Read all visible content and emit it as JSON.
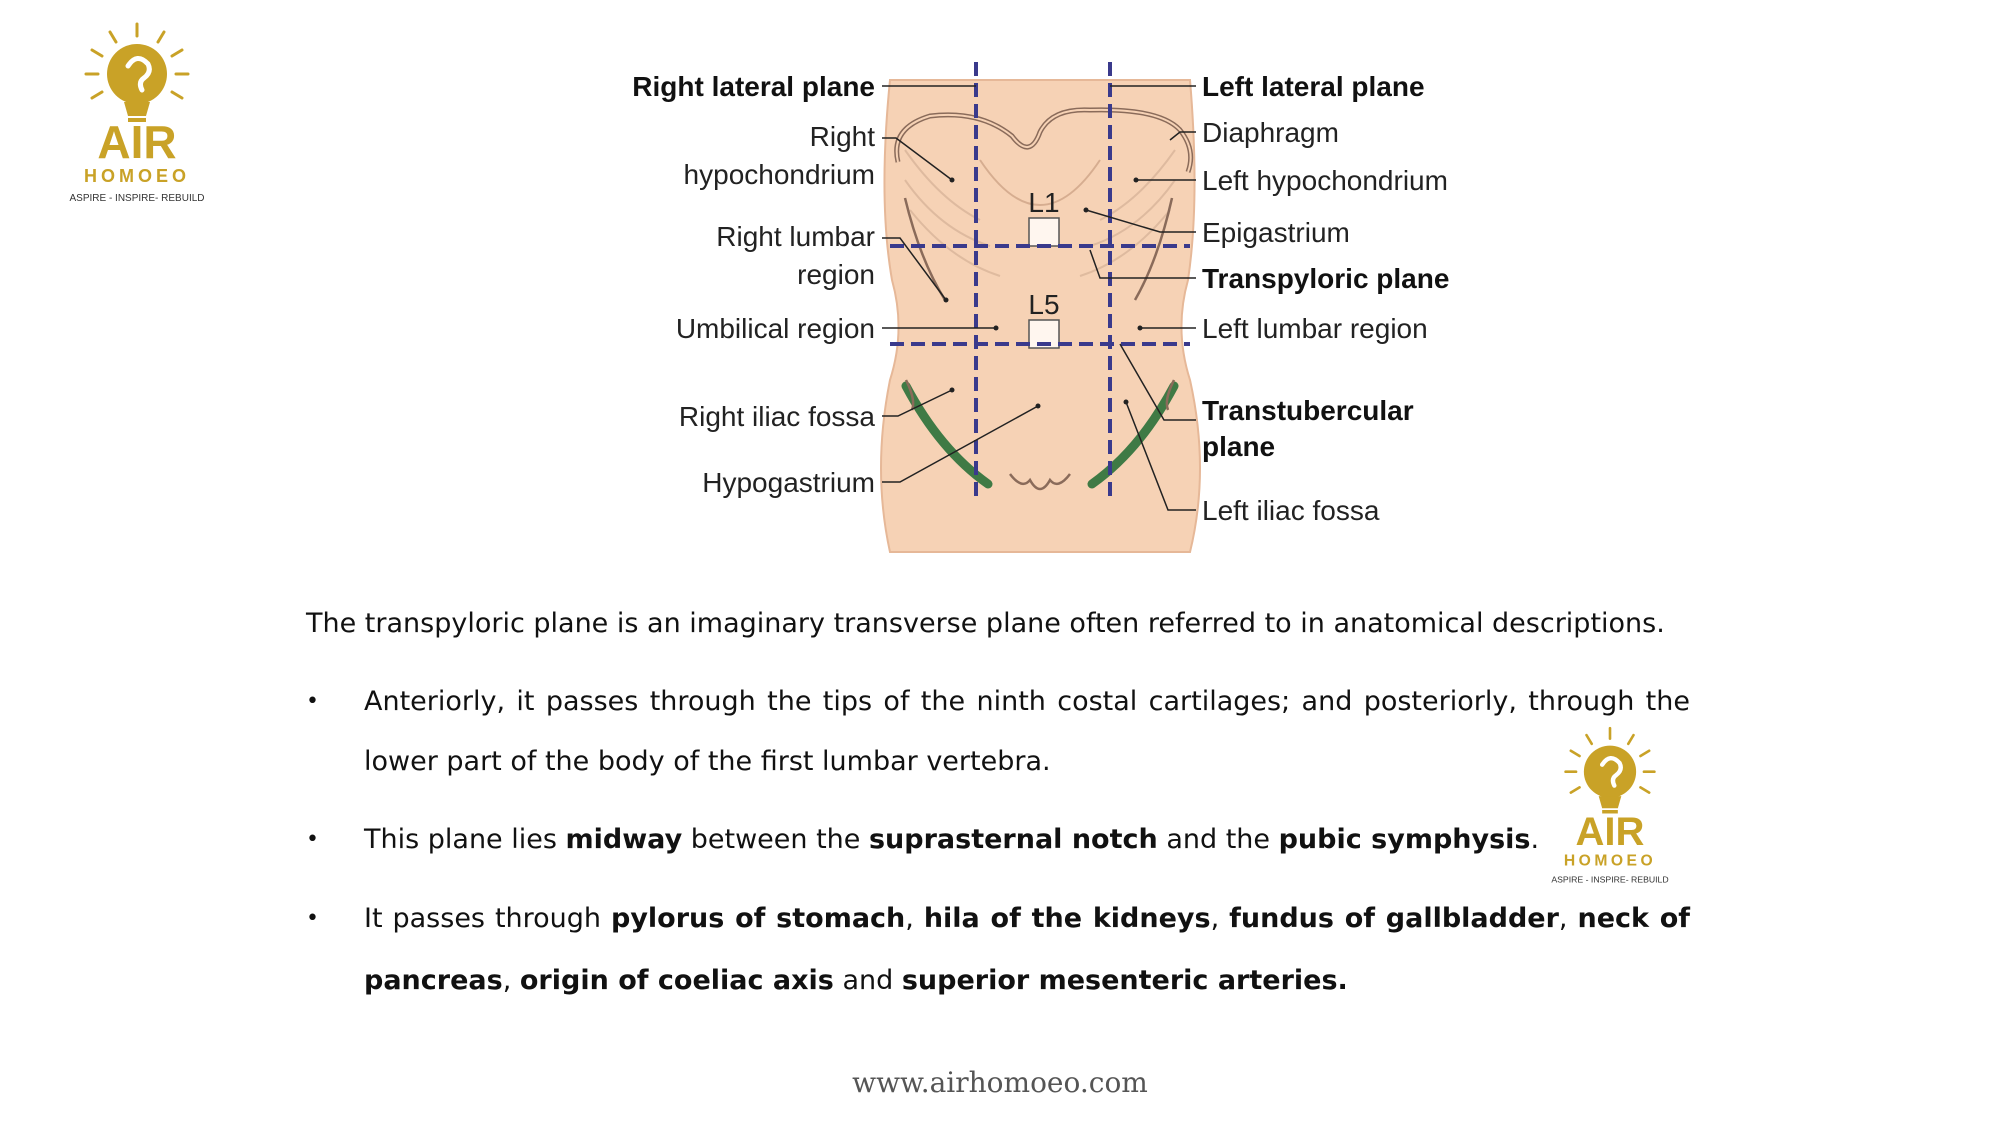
{
  "logo": {
    "name": "AIR",
    "sub": "HOMOEO",
    "tagline": "ASPIRE - INSPIRE- REBUILD",
    "color": "#c9a227"
  },
  "diagram": {
    "labels_left": {
      "right_lateral_plane": "Right lateral plane",
      "right_hypochondrium_1": "Right",
      "right_hypochondrium_2": "hypochondrium",
      "right_lumbar_1": "Right lumbar",
      "right_lumbar_2": "region",
      "umbilical": "Umbilical region",
      "right_iliac": "Right iliac fossa",
      "hypogastrium": "Hypogastrium"
    },
    "labels_right": {
      "left_lateral_plane": "Left lateral plane",
      "diaphragm": "Diaphragm",
      "left_hypochondrium": "Left hypochondrium",
      "epigastrium": "Epigastrium",
      "transpyloric": "Transpyloric plane",
      "left_lumbar": "Left lumbar region",
      "transtubercular_1": "Transtubercular",
      "transtubercular_2": "plane",
      "left_iliac": "Left iliac fossa"
    },
    "vertebra_labels": {
      "l1": "L1",
      "l5": "L5"
    },
    "colors": {
      "skin": "#f6d2b5",
      "plane": "#3a3a8c",
      "ligament": "#3f7a45"
    }
  },
  "text": {
    "intro": "The transpyloric plane is an imaginary transverse plane often referred to in anatomical descriptions.",
    "b1": "Anteriorly, it passes through the tips of the ninth costal cartilages; and  posteriorly, through the lower part of the body of the first lumbar vertebra.",
    "b2": {
      "p1": "This plane lies ",
      "s1": "midway",
      "p2": " between the ",
      "s2": "suprasternal notch",
      "p3": " and the ",
      "s3": "pubic symphysis",
      "p4": "."
    },
    "b3": {
      "p1": "It passes through ",
      "s1": "pylorus of stomach",
      "p2": ", ",
      "s2": "hila of the kidneys",
      "p3": ", ",
      "s3": "fundus of gallbladder",
      "p4": ", ",
      "s4": "neck of pancreas",
      "p5": ", ",
      "s5": "origin of coeliac axis",
      "p6": " and ",
      "s6": "superior mesenteric arteries."
    },
    "bullet": "•"
  },
  "footer": "www.airhomoeo.com"
}
